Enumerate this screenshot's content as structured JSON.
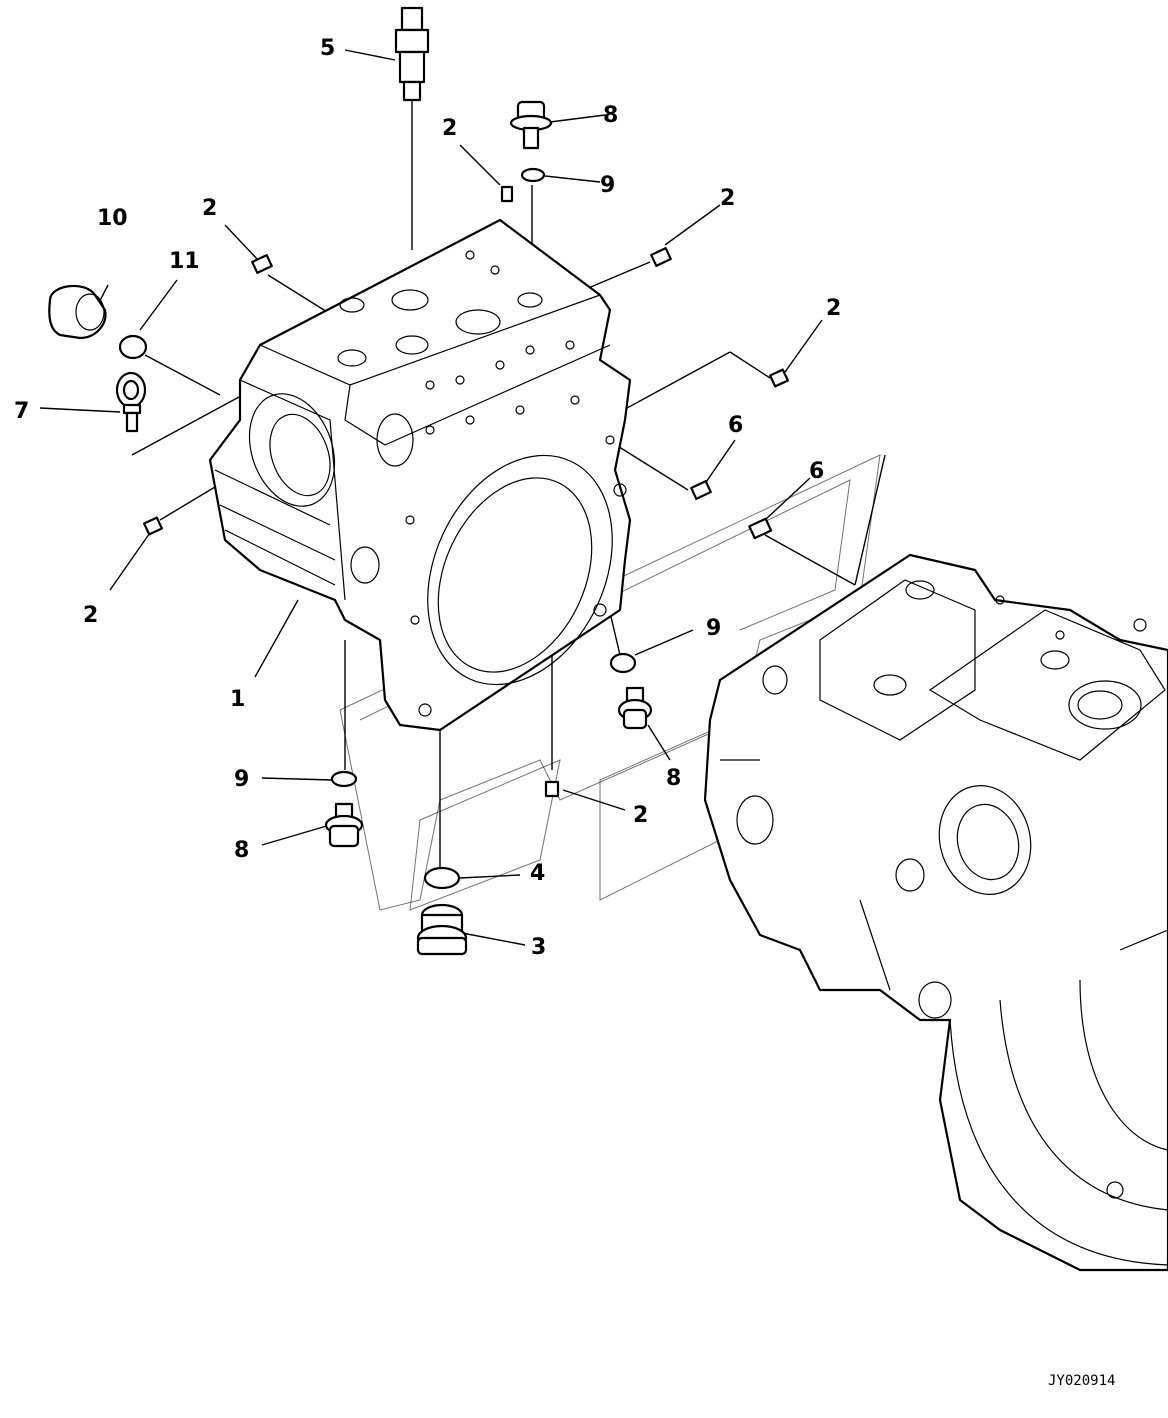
{
  "callouts": [
    {
      "id": "c5",
      "label": "5"
    },
    {
      "id": "c8a",
      "label": "8"
    },
    {
      "id": "c2a",
      "label": "2"
    },
    {
      "id": "c9a",
      "label": "9"
    },
    {
      "id": "c10",
      "label": "10"
    },
    {
      "id": "c2b",
      "label": "2"
    },
    {
      "id": "c11",
      "label": "11"
    },
    {
      "id": "c2c",
      "label": "2"
    },
    {
      "id": "c2d",
      "label": "2"
    },
    {
      "id": "c7",
      "label": "7"
    },
    {
      "id": "c6a",
      "label": "6"
    },
    {
      "id": "c6b",
      "label": "6"
    },
    {
      "id": "c2e",
      "label": "2"
    },
    {
      "id": "c1",
      "label": "1"
    },
    {
      "id": "c9b",
      "label": "9"
    },
    {
      "id": "c9c",
      "label": "9"
    },
    {
      "id": "c8b",
      "label": "8"
    },
    {
      "id": "c8c",
      "label": "8"
    },
    {
      "id": "c2f",
      "label": "2"
    },
    {
      "id": "c4",
      "label": "4"
    },
    {
      "id": "c3",
      "label": "3"
    }
  ],
  "drawing_code": "JY020914",
  "colors": {
    "ink": "#000000",
    "paper": "#ffffff"
  }
}
